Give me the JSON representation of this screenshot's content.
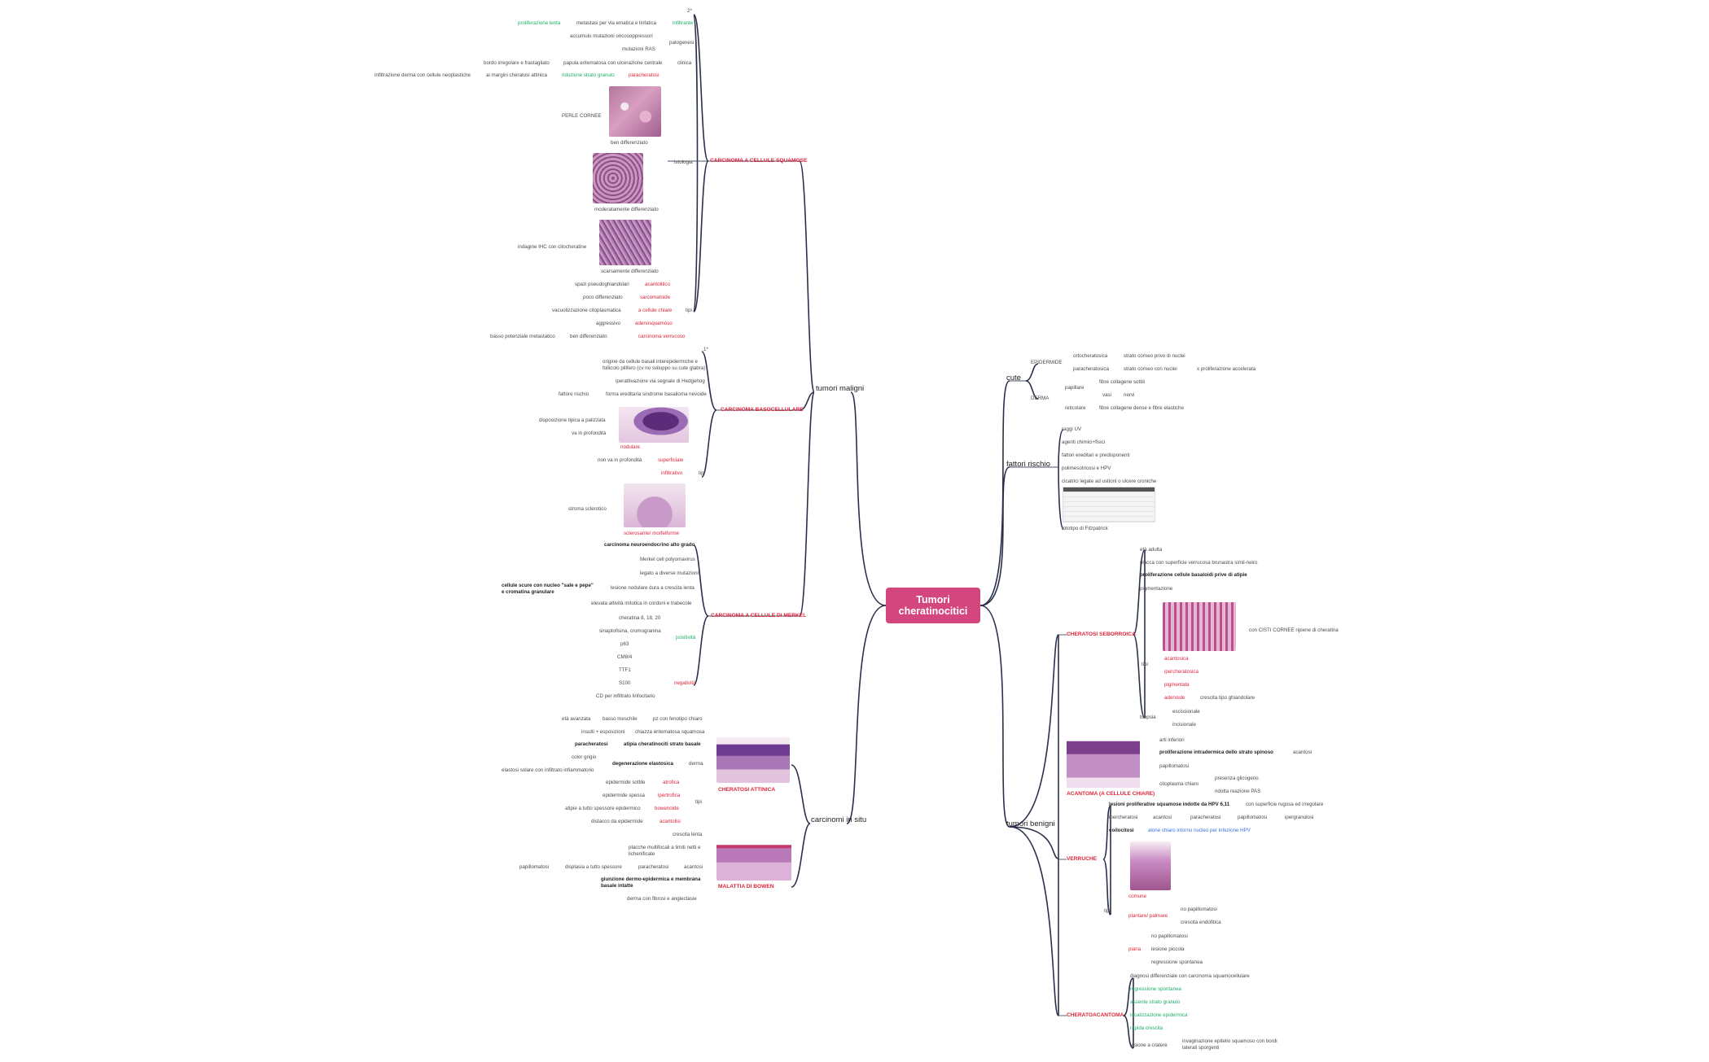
{
  "root": "Tumori cheratinocitici",
  "branches": {
    "maligni": "tumori maligni",
    "in_situ": "carcinomi in situ",
    "cute": "cute",
    "rischio": "fattori rischio",
    "benigni": "tumori benigni"
  },
  "scc": {
    "title": "CARCINOMA A CELLULE SQUAMOSE",
    "asterisk": "2*",
    "proliferazione": "proliferazione lenta",
    "metastasi": "metastasi per via ematica e linfatica",
    "infiltrante": "infiltrante",
    "mut1": "accumulo mutazioni oncosoppressori",
    "mut2": "mutazioni RAS",
    "patogenesi": "patogenesi",
    "bordo": "bordo irregolare e frastagliato",
    "papula": "papula eritematosa con ulcerazione centrale",
    "clinica": "clinica",
    "infiltrazione": "infiltrazione derma con cellule neoplastiche",
    "margini": "ai margini cheratosi attinica",
    "riduzione": "riduzione strato granulo",
    "paracheratosi": "paracheratosi",
    "perle": "PERLE CORNEE",
    "ben": "ben differenziato",
    "istologia": "istologia",
    "moder": "moderatamente differenziato",
    "indagine": "indagine IHC con citocheratine",
    "scarsa": "scarsamente differenziato",
    "t1a": "spazi pseudoghiandolari",
    "t1b": "acantolitico",
    "t2a": "poco differenziato",
    "t2b": "sarcomatoide",
    "t3a": "vacuolizzazione citoplasmatica",
    "t3b": "a cellule chiare",
    "t4a": "aggressivo",
    "t4b": "adenosquamoso",
    "t5a": "basso potenziale metastatico",
    "t5m": "ben differenziato",
    "t5b": "carcinoma verrucoso",
    "tipi": "tipi"
  },
  "bcc": {
    "title": "CARCINOMA BASOCELLULARE",
    "asterisk": "1*",
    "origine1": "origine da cellule basali interepidermiche e",
    "origine2": "follicolo pilifero (cv no sviluppo su cute glabra)",
    "iper": "iperattivazione via segnale di Hedgehog",
    "fattore": "fattore rischio",
    "forma": "forma ereditaria sindrome basalioma nevoide",
    "disposizione": "disposizione tipica a palizzata",
    "profondita": "va in profondità",
    "nodulare": "nodulare",
    "nonprof": "non va in profondità",
    "superficiale": "superficiale",
    "infiltrativo": "infiltrativo",
    "tipi": "tipi",
    "stroma": "stroma sclerotico",
    "morfea": "sclerosante/ morfeiforme"
  },
  "merkel": {
    "title": "CARCINOMA A CELLULE DI MERKEL",
    "neuro": "carcinoma neuroendocrino alto grado",
    "poly": "Merkel cell polyomavirus",
    "legato": "legato a diverse mutazioni",
    "cellule1": "cellule scure con nucleo \"sale e pepe\"",
    "cellule2": "e cromatina granulare",
    "lesione": "lesione nodulare dura a crescita lenta",
    "elevata": "elevata attività mitotica in cordoni e trabecole",
    "p1": "cheratina 8, 18, 20",
    "p2": "sinaptofisina, cromogranina",
    "p3": "p63",
    "p4": "CM8/4",
    "positivita": "positività",
    "n1": "TTF1",
    "n2": "S100",
    "n3": "CD per infiltrato linfocitario",
    "negativita": "negatività"
  },
  "attinica": {
    "title": "CHERATOSI ATTINICA",
    "eta": "età avanzata",
    "basso": "basso meschile",
    "pz": "pz con fenotipo chiaro",
    "insulti": "insulti + esposizioni",
    "chiazza": "chiazza eritematosa squamosa",
    "parak": "paracheratosi",
    "atipia": "atipia cheratinociti strato basale",
    "color": "color grigio",
    "degen": "degenerazione elastosica",
    "derma": "derma",
    "elastosi": "elastosi solare con infiltrato infiammatorio",
    "e1a": "epidermide sottile",
    "e1b": "atrofica",
    "e2a": "epidermide spessa",
    "e2b": "ipertrofica",
    "e3a": "atipie a tutto spessore epidermico",
    "e3b": "bowenoide",
    "e4a": "distacco da epidermide",
    "e4b": "acantolisi",
    "tipi": "tipi"
  },
  "bowen": {
    "title": "MALATTIA DI BOWEN",
    "crescita": "crescita lenta",
    "placche1": "placche multifocali a limiti netti e",
    "placche2": "lichenificate",
    "papillo": "papillomatosi",
    "displasia": "displasia a tutto spessore",
    "parak": "paracheratosi",
    "acantosi": "acantosi",
    "giunzione1": "giunzione dermo-epidermica e membrana",
    "giunzione2": "basale intatte",
    "derma": "derma con fibrosi e angiectasie"
  },
  "cute": {
    "epidermide": "EPIDERMIDE",
    "ortho": "ortocheratosica",
    "ortho_d": "strato corneo privo di nuclei",
    "parak": "paracheratosica",
    "parak_d": "strato corneo con nuclei",
    "parak_e": "x proliferazione accelerata",
    "derma": "DERMA",
    "papillare": "papillare",
    "pap_d": "fibre collagene sottili",
    "vasi": "vasi",
    "nervi": "nervi",
    "reticolare": "reticolare",
    "ret_d": "fibre collagene dense e fibre elastiche"
  },
  "rischio": {
    "r1": "raggi UV",
    "r2": "agenti chimici+fisici",
    "r3": "fattori ereditari e predisponenti",
    "r4": "polimesotricosi e HPV",
    "r5": "cicatrici legate ad ustioni o ulcere croniche",
    "foto": "fototipo di Fitzpatrick"
  },
  "seb": {
    "title": "CHERATOSI SEBORROICA",
    "eta": "età adulta",
    "placca": "placca con superficie verrucosa brunastra simil-neiro",
    "prolif": "proliferazione cellule basaloidi prive di atipie",
    "pigment": "pigmentazione",
    "cisti": "con CISTI CORNEE ripiene di cheratina",
    "t1": "acantosica",
    "t2": "ipercheratosica",
    "t3": "pigmentata",
    "t4": "adenoide",
    "t4d": "crescita tipo ghiandolare",
    "tipi": "tipi",
    "biopsia": "biopsia",
    "b1": "escissionale",
    "b2": "incisionale"
  },
  "acantoma": {
    "title": "ACANTOMA (A CELLULE CHIARE)",
    "arti": "arti inferiori",
    "prolif": "proliferazione intradermica dello strato spinoso",
    "acantosi": "acantosi",
    "papillo": "papillomatosi",
    "citoplasma": "citoplasma chiaro",
    "c1": "presenza glicogeno",
    "c2": "ridotta reazione PAS"
  },
  "verruche": {
    "title": "VERRUCHE",
    "lesioni": "lesioni proliferative squamose indotte da HPV 6,11",
    "lesioni_d": "con superficie rugosa ed irregolare",
    "iper": "ipercheratosi",
    "acantosi": "acantosi",
    "parak": "paracheratosi",
    "papillo": "papillomatosi",
    "iperg": "ipergranulosi",
    "coilo": "coilocitosi",
    "coilo_d": "alone chiaro intorno nucleo per infezione HPV",
    "comune": "comune",
    "plantare": "plantare/ palmare",
    "pl1": "no papillomatosi",
    "pl2": "crescita endofitica",
    "piana": "piana",
    "pi1": "no papillomatosi",
    "pi2": "lesione piccola",
    "pi3": "regressione spontanea",
    "tipi": "tipi"
  },
  "chera": {
    "title": "CHERATOACANTOMA",
    "d1": "diagnosi differenziale con carcinoma squamocellulare",
    "d2": "regressione spontanea",
    "d3": "assente strato granulo",
    "d4": "localizzazione epidermica",
    "d5": "rapida crescita",
    "lesione": "lesione a cratere",
    "l1": "invaginazione epitelio squamoso con bordi",
    "l2": "laterali sporgenti"
  }
}
